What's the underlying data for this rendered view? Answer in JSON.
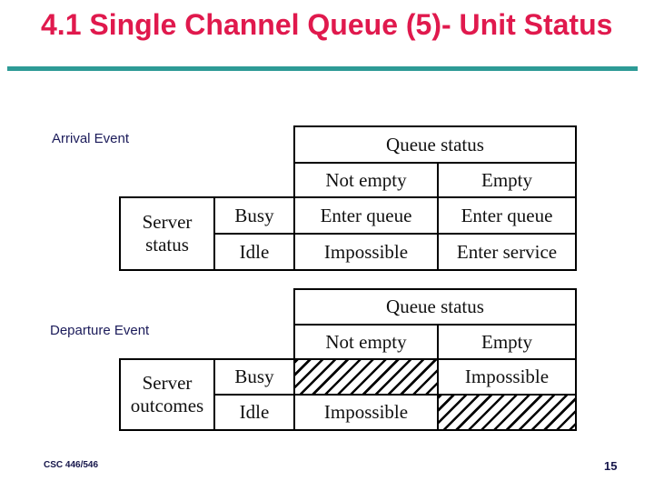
{
  "slide": {
    "title": "4.1 Single Channel Queue (5)- Unit Status",
    "footer": "CSC 446/546",
    "page_number": "15",
    "colors": {
      "title_red": "#e0194d",
      "rule_teal": "#2d9b96",
      "label_navy": "#1b1b5a",
      "table_border": "#000000"
    }
  },
  "arrival": {
    "label": "Arrival Event",
    "table": {
      "corner_header": "Queue status",
      "col_headers": [
        "Not empty",
        "Empty"
      ],
      "row_group": "Server status",
      "rows": [
        {
          "label": "Busy",
          "cells": [
            "Enter queue",
            "Enter queue"
          ]
        },
        {
          "label": "Idle",
          "cells": [
            "Impossible",
            "Enter service"
          ]
        }
      ]
    }
  },
  "departure": {
    "label": "Departure Event",
    "table": {
      "corner_header": "Queue status",
      "col_headers": [
        "Not empty",
        "Empty"
      ],
      "row_group": "Server outcomes",
      "rows": [
        {
          "label": "Busy",
          "cells": [
            "",
            "Impossible"
          ],
          "hatched_cells": [
            "not_empty"
          ]
        },
        {
          "label": "Idle",
          "cells": [
            "Impossible",
            ""
          ],
          "hatched_cells": [
            "empty"
          ]
        }
      ]
    }
  }
}
